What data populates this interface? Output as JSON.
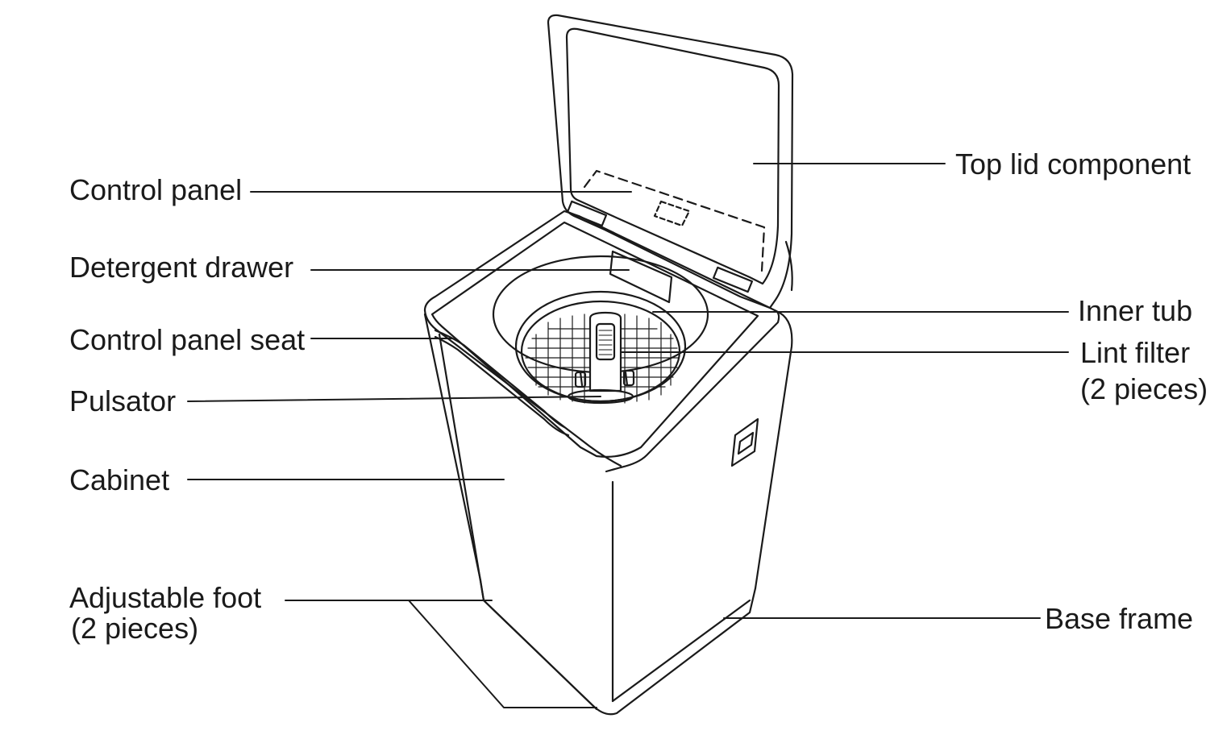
{
  "labels": {
    "top_lid_component": "Top lid component",
    "control_panel": "Control panel",
    "detergent_drawer": "Detergent drawer",
    "control_panel_seat": "Control panel seat",
    "pulsator": "Pulsator",
    "cabinet": "Cabinet",
    "adjustable_foot": "Adjustable foot",
    "adjustable_foot_qty": "(2 pieces)",
    "inner_tub": "Inner tub",
    "lint_filter": "Lint filter",
    "lint_filter_qty": "(2 pieces)",
    "base_frame": "Base frame"
  },
  "colors": {
    "line": "#1a1a1a",
    "background": "#ffffff"
  }
}
